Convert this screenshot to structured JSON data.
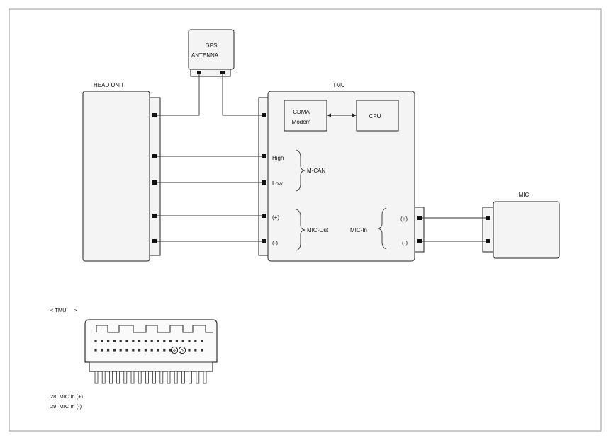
{
  "gps": {
    "line1": "GPS",
    "line2": "ANTENNA"
  },
  "head_unit": {
    "title": "HEAD UNIT"
  },
  "tmu": {
    "title": "TMU",
    "cdma_line1": "CDMA",
    "cdma_line2": "Modem",
    "cpu": "CPU",
    "can_high": "High",
    "can_low": "Low",
    "mcan": "M-CAN",
    "plus": "(+)",
    "minus": "(-)",
    "mic_out": "MIC-Out",
    "mic_in": "MIC-In",
    "mic_in_plus": "(+)",
    "mic_in_minus": "(-)"
  },
  "mic": {
    "title": "MIC"
  },
  "connector": {
    "label_open": "< TMU",
    "label_close": ">",
    "pin28_num": "28",
    "pin29_num": "29"
  },
  "legend": [
    "28. MIC In (+)",
    "29. MIC In (-)"
  ]
}
